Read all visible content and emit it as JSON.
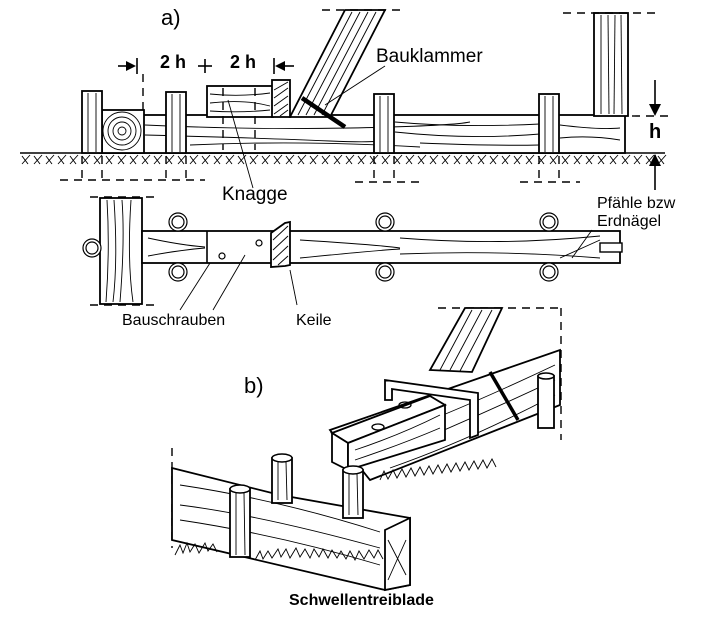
{
  "figure": {
    "panel_a_label": "a)",
    "panel_b_label": "b)",
    "caption": "Schwellentreiblade"
  },
  "labels": {
    "dim_2h_left": "2 h",
    "dim_2h_right": "2 h",
    "dim_h": "h",
    "bauklammer": "Bauklammer",
    "knagge": "Knagge",
    "pfaehle_line1": "Pfähle bzw",
    "pfaehle_line2": "Erdnägel",
    "bauschrauben": "Bauschrauben",
    "keile": "Keile"
  },
  "colors": {
    "ink": "#000000",
    "paper": "#ffffff"
  }
}
